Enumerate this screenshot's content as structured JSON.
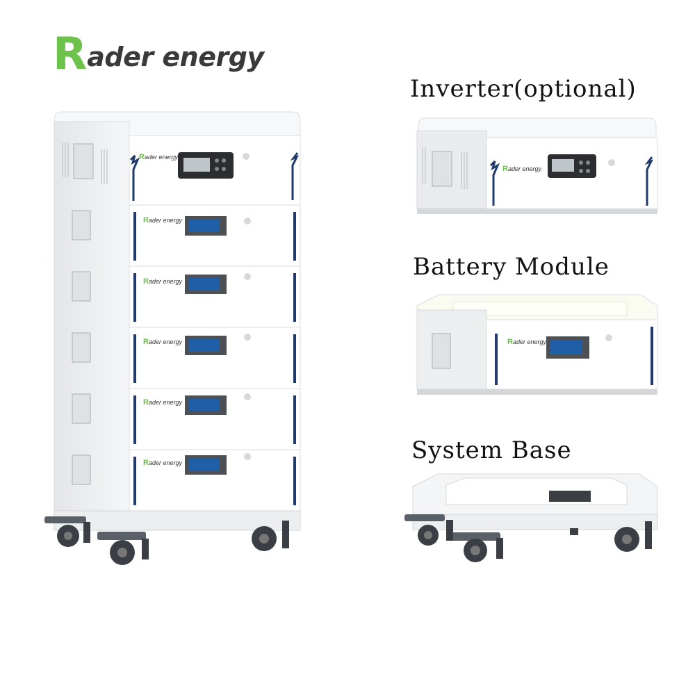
{
  "brand": {
    "logo_mark": "R",
    "logo_text": "ader energy",
    "module_brand_mark": "R",
    "module_brand_text": "ader energy",
    "brand_color": "#6cc24a"
  },
  "captions": {
    "inverter": "Inverter(optional)",
    "battery": "Battery Module",
    "base": "System Base"
  },
  "colors": {
    "accent_stripe": "#1f3a6b",
    "screen_blue": "#1f5fa8",
    "cabinet": "#f4f5f6",
    "caster": "#3b3f45"
  },
  "stack": {
    "battery_modules": 5,
    "has_inverter": true
  }
}
